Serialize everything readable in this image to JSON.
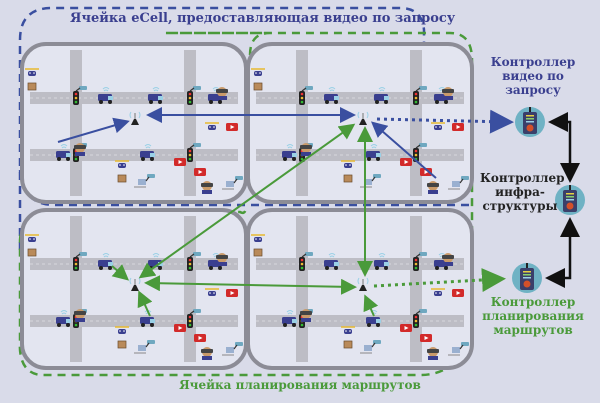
{
  "labels": {
    "ecell_cell": "Ячейка eCell, предоставляющая видео по запросу",
    "route_cell": "Ячейка планирования маршрутов",
    "video_controller": "Контроллер видео по запросу",
    "infra_controller": "Контроллер инфра-структуры",
    "route_controller": "Контроллер планирования маршрутов"
  },
  "icons": {
    "base_station": "antenna-tower-icon",
    "car": "connected-car-icon",
    "traffic_light": "traffic-light-icon",
    "camera": "surveillance-camera-icon",
    "drone": "drone-icon",
    "video": "video-play-icon",
    "vr_user": "vr-headset-user-icon",
    "controller": "controller-remote-icon"
  },
  "colors": {
    "background": "#d9dbe9",
    "block": "#e6e8f2",
    "block_border": "#8a8a94",
    "road": "#b9b9c1",
    "video_blue": "#3a4fa0",
    "route_green": "#4a9a3a",
    "control_black": "#111111",
    "video_red": "#d22a2a",
    "controller_circle": "#6fb2c4",
    "controller_body": "#3a3f6a"
  },
  "cells": [
    {
      "name": "top-left"
    },
    {
      "name": "top-right"
    },
    {
      "name": "bottom-left"
    },
    {
      "name": "bottom-right"
    }
  ]
}
